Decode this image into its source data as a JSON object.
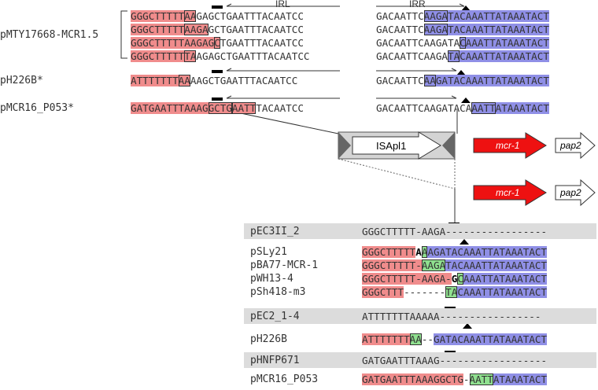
{
  "top": {
    "group_label": "pMTY17668-MCR1.5",
    "irl_label": "IRL",
    "irr_label": "IRR",
    "rows": [
      {
        "l1": "GGGCTTTTT",
        "l2": "AA",
        "l3": "GAGCTGAATTTACAATCC",
        "r1": "GACAATTC",
        "r2": "AAGA",
        "r3": "TACAAATTATAAATACT"
      },
      {
        "l1": "GGGCTTTTT",
        "l2": "AAGA",
        "l3": "GCTGAATTTACAATCC",
        "r1": "GACAATTC",
        "r2": "AAGA",
        "r3": "TACAAATTATAAATACT"
      },
      {
        "l1": "GGGCTTTTTAAGAG",
        "l2": "C",
        "l3": "TGAATTTACAATCC",
        "r1": "GACAATTCAAGATA",
        "r2": "C",
        "r3": "AAATTATAAATACT"
      },
      {
        "l1": "GGGCTTTTT",
        "l2": "TA",
        "l3": "AGAGCTGAATTTACAATCC",
        "r1": "GACAATTCAAGA",
        "r2": "TA",
        "r3": "CAAATTATAAATACT"
      }
    ],
    "ph226b": {
      "label": "pH226B*",
      "l1": "ATTTTTTT",
      "l2": "AA",
      "l3": "AAGCTGAATTTACAATCC",
      "r1": "GACAATTC",
      "r2": "AA",
      "r3": "GATACAAATTATAAATACT"
    },
    "pmcr16": {
      "label": "pMCR16_P053*",
      "l1": "GATGAATTTAAAG",
      "l2": "GCTG",
      "l3": "AATT",
      "l4": "TACAATCC",
      "r1": "GACAATTCAAGATACA",
      "r2": "AATT",
      "r3": "ATAAATACT"
    }
  },
  "elements": {
    "is_label": "ISApl1",
    "gene1": "mcr-1",
    "gene2": "pap2"
  },
  "bottom": {
    "groups": [
      {
        "ref": "pEC3II_2",
        "ref_seq": "GGGCTTTTT-AAGA-----------------"
      },
      {
        "ref": "pEC2_1-4",
        "ref_seq": "ATTTTTTTAAAAA-----------------"
      },
      {
        "ref": "pHNFP671",
        "ref_seq": "GATGAATTTAAAG------------------"
      }
    ],
    "samples": [
      {
        "name": "pSLy21",
        "a": "GGGCTTTTT",
        "bold": "A",
        "g": "A",
        "b": "AGATACAAATTATAAATACT"
      },
      {
        "name": "pBA77-MCR-1",
        "a": "GGGCTTTTT-",
        "g": "AAGA",
        "b": "TACAAATTATAAATACT"
      },
      {
        "name": "pWH13-4",
        "a": "GGGCTTTTT-AAGA-",
        "bold": "G",
        "g": "C",
        "b": "AAATTATAAATACT"
      },
      {
        "name": "pSh418-m3",
        "a": "GGGCTTT",
        "dash": "-------",
        "g": "TA",
        "b": "CAAATTATAAATACT"
      },
      {
        "name": "pH226B",
        "a": "ATTTTTTT",
        "g": "AA",
        "dash": "--",
        "b": "GATACAAATTATAAATACT"
      },
      {
        "name": "pMCR16_P053",
        "a": "GATGAATTTAAAGGCTG",
        "dash": "-",
        "g": "AATT",
        "b": "ATAAATACT"
      }
    ]
  }
}
